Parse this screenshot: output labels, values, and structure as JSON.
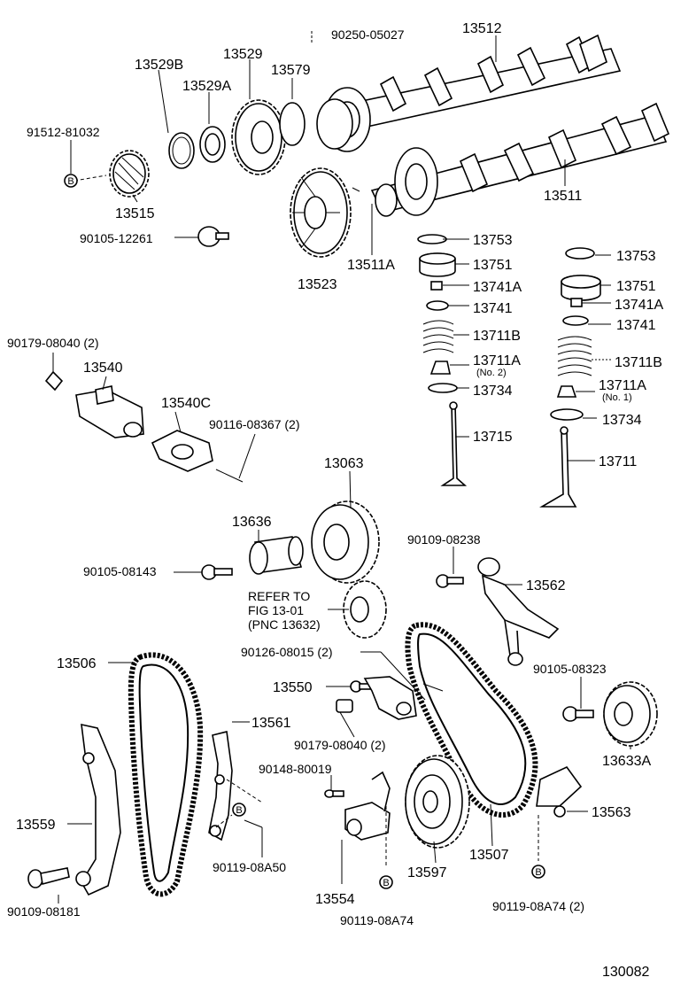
{
  "labels": {
    "p90250": "90250-05027",
    "p13512": "13512",
    "p13529": "13529",
    "p13529B": "13529B",
    "p13579": "13579",
    "p13529A": "13529A",
    "p91512": "91512-81032",
    "p13515": "13515",
    "p13511": "13511",
    "p90105a": "90105-12261",
    "p13753a": "13753",
    "p13751a": "13751",
    "p13741Aa": "13741A",
    "p13741a": "13741",
    "p13711Ba": "13711B",
    "p13711Aa": "13711A",
    "p13711Aa_sub": "(No. 2)",
    "p13734a": "13734",
    "p13715": "13715",
    "p13511A": "13511A",
    "p13523": "13523",
    "p13753b": "13753",
    "p13751b": "13751",
    "p13741Ab": "13741A",
    "p13741b": "13741",
    "p13711Bb": "13711B",
    "p13711Ab": "13711A",
    "p13711Ab_sub": "(No. 1)",
    "p13734b": "13734",
    "p13711": "13711",
    "p90179a": "90179-08040 (2)",
    "p13540": "13540",
    "p13540C": "13540C",
    "p90116": "90116-08367 (2)",
    "p13063": "13063",
    "p13636": "13636",
    "p90105b": "90105-08143",
    "refer1": "REFER TO",
    "refer2": "FIG 13-01",
    "refer3": "(PNC 13632)",
    "p90109a": "90109-08238",
    "p13562": "13562",
    "p13506": "13506",
    "p90126": "90126-08015 (2)",
    "p13550": "13550",
    "p90105c": "90105-08323",
    "p13561": "13561",
    "p90179b": "90179-08040 (2)",
    "p13633A": "13633A",
    "p90148": "90148-80019",
    "p13559": "13559",
    "p13563": "13563",
    "p90119a": "90119-08A50",
    "p13597": "13597",
    "p13507": "13507",
    "p13554": "13554",
    "p90109b": "90109-08181",
    "p90119b": "90119-08A74",
    "p90119c": "90119-08A74 (2)",
    "figno": "130082",
    "marker": "B"
  }
}
